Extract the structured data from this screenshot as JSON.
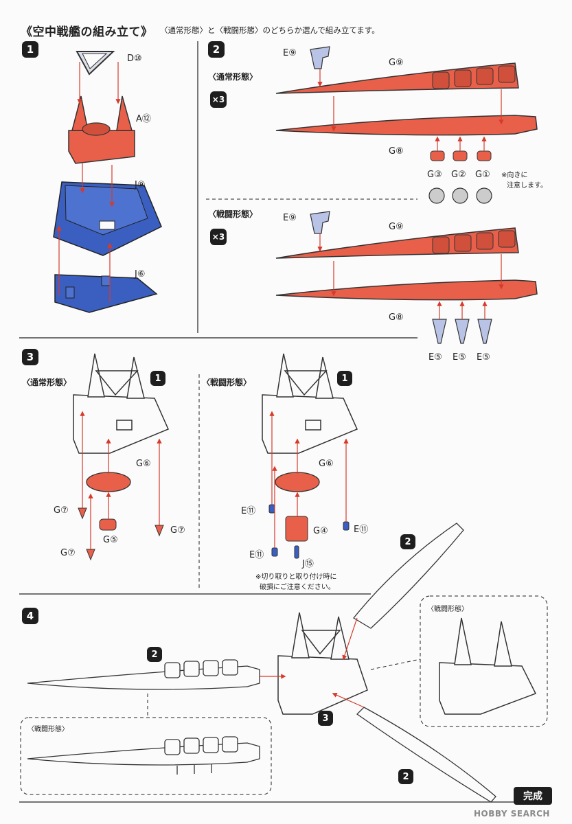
{
  "header": {
    "title": "《空中戦艦の組み立て》",
    "subtitle": "〈通常形態〉と〈戦闘形態〉のどちらか選んで組み立てます。"
  },
  "steps": {
    "s1": "1",
    "s2": "2",
    "s3": "3",
    "s4": "4"
  },
  "modes": {
    "normal": "〈通常形態〉",
    "battle": "〈戦闘形態〉"
  },
  "multiplier": "×3",
  "parts": {
    "d10": "D⑩",
    "a12": "A⑫",
    "j9": "J⑨",
    "j6": "J⑥",
    "e9": "E⑨",
    "g9": "G⑨",
    "g8": "G⑧",
    "g3": "G③",
    "g2": "G②",
    "g1": "G①",
    "e5": "E⑤",
    "g6": "G⑥",
    "g7": "G⑦",
    "g5": "G⑤",
    "g4": "G④",
    "e11": "E⑪",
    "j15": "J⑮"
  },
  "notes": {
    "orientation_1": "※向きに",
    "orientation_2": "注意します。",
    "damage_1": "※切り取りと取り付け時に",
    "damage_2": "破損にご注意ください。"
  },
  "refs": {
    "one": "1",
    "two": "2",
    "three": "3"
  },
  "footer": {
    "complete": "完成",
    "watermark": "HOBBY SEARCH"
  },
  "colors": {
    "red_part": "#e8604a",
    "blue_part": "#3a5fc0",
    "arrow": "#d63a2a",
    "line": "#222222"
  }
}
